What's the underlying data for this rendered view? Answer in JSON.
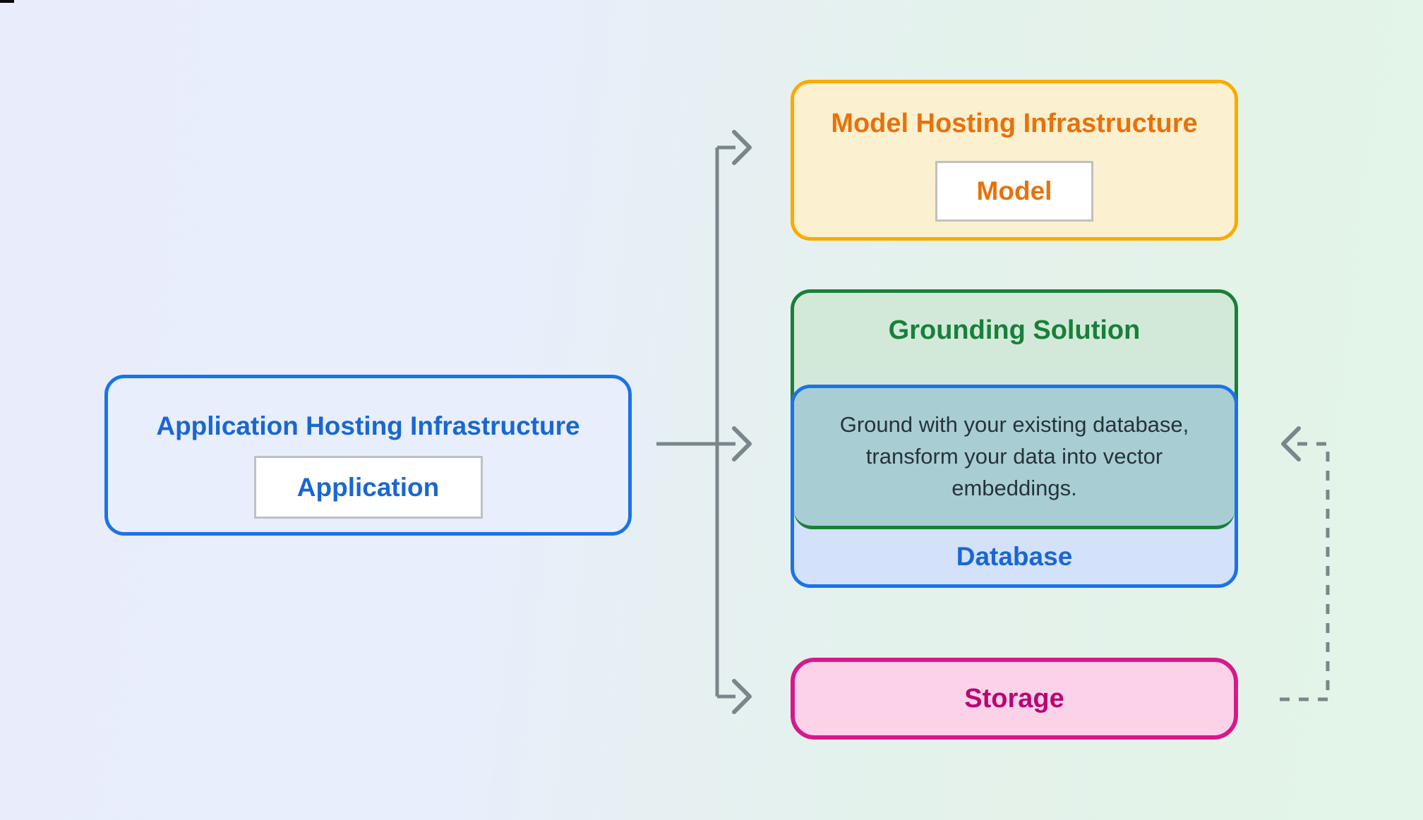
{
  "diagram": {
    "application": {
      "title": "Application Hosting Infrastructure",
      "chip_label": "Application",
      "fill": "#e8eefc",
      "border_color": "#1a73e8",
      "text_color": "#1967d2"
    },
    "model": {
      "title": "Model Hosting Infrastructure",
      "chip_label": "Model",
      "fill": "#fbf0cf",
      "border_color": "#f9ab00",
      "text_color": "#e8710a"
    },
    "grounding": {
      "title": "Grounding Solution",
      "description": "Ground with your existing database, transform your data into vector embeddings.",
      "fill": "#d2e9d9",
      "border_color": "#188038",
      "text_color": "#188038",
      "description_fill": "#a8ced4",
      "description_text_color": "#28323a"
    },
    "database": {
      "label": "Database",
      "fill": "#d3e1fb",
      "border_color": "#1a73e8",
      "text_color": "#1967d2"
    },
    "storage": {
      "label": "Storage",
      "fill": "#fbd2e8",
      "border_color": "#d6198a",
      "text_color": "#b80672"
    },
    "arrows": {
      "color": "#7b858c",
      "style_solid": "solid",
      "style_feedback": "dashed"
    }
  }
}
